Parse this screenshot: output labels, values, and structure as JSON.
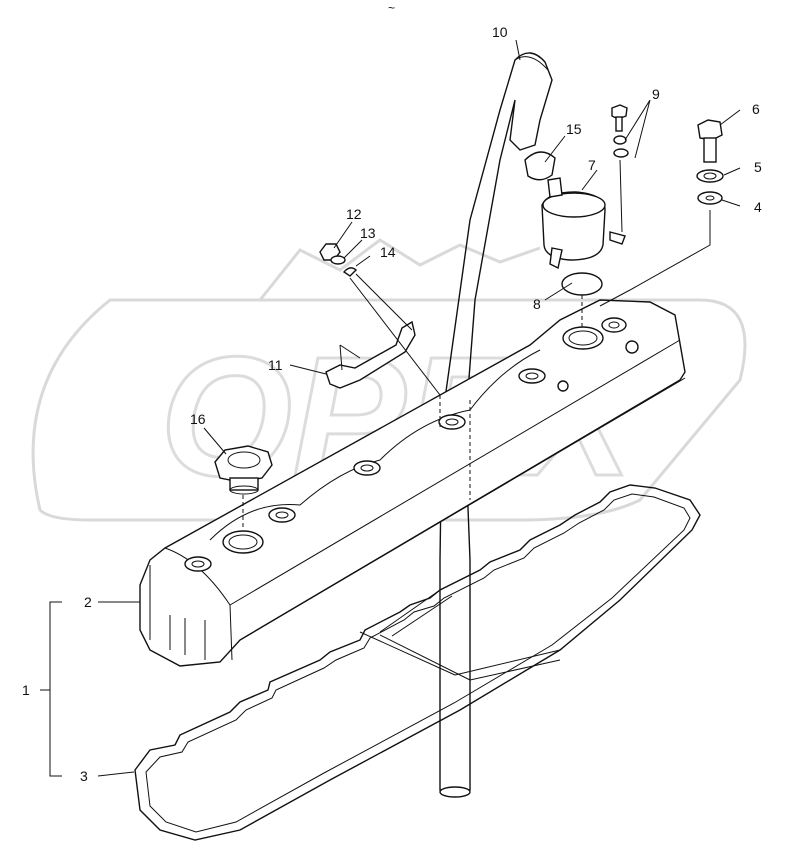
{
  "diagram": {
    "top_mark": "~",
    "watermark_text": "OPEX",
    "callouts": {
      "c1": "1",
      "c2": "2",
      "c3": "3",
      "c4": "4",
      "c5": "5",
      "c6": "6",
      "c7": "7",
      "c8": "8",
      "c9": "9",
      "c10": "10",
      "c11": "11",
      "c12": "12",
      "c13": "13",
      "c14": "14",
      "c15": "15",
      "c16": "16"
    }
  }
}
